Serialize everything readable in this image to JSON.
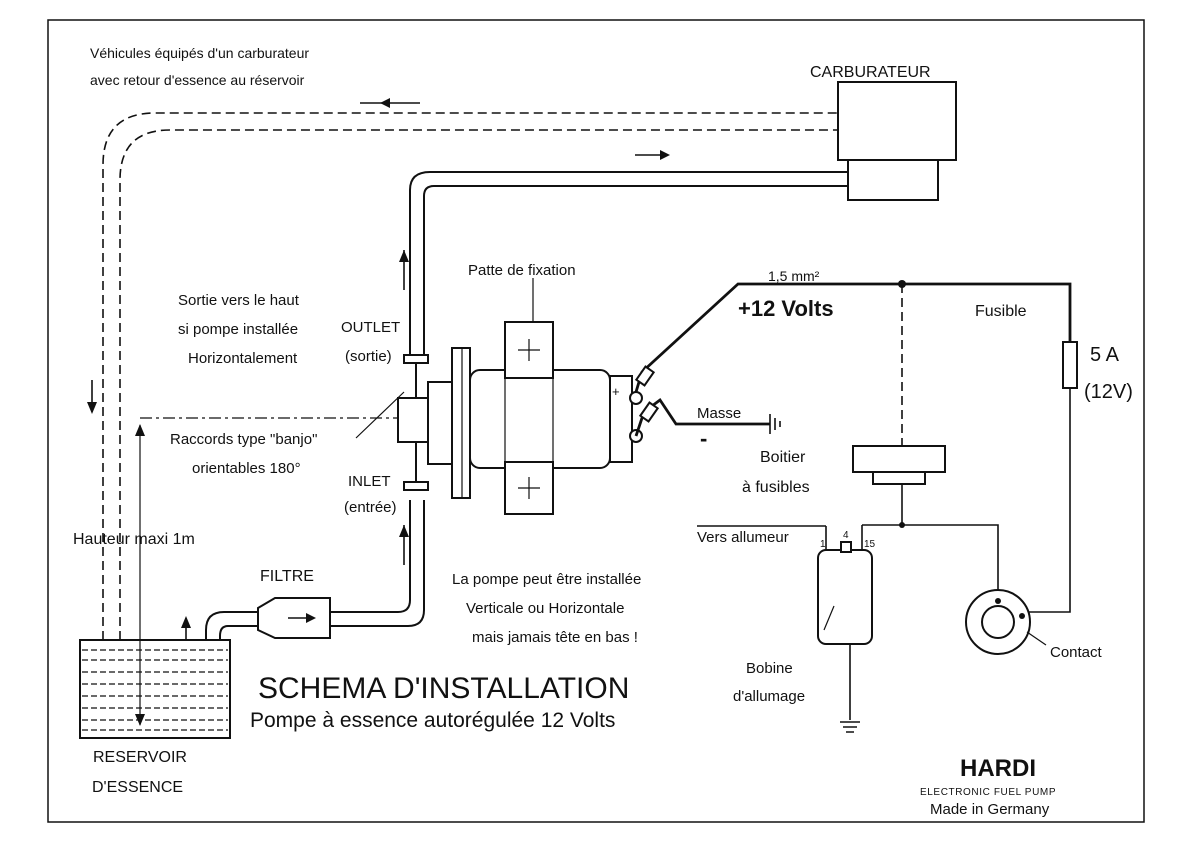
{
  "labels": {
    "return_note_1": "Véhicules équipés d'un carburateur",
    "return_note_2": "avec retour d'essence au réservoir",
    "carburateur": "CARBURATEUR",
    "patte": "Patte de fixation",
    "wire_section": "1,5 mm²",
    "plus12": "+12 Volts",
    "fusible": "Fusible",
    "fuse_rating_a": "5 A",
    "fuse_rating_v": "(12V)",
    "sortie_1": "Sortie vers le haut",
    "sortie_2": "si pompe installée",
    "sortie_3": "Horizontalement",
    "outlet": "OUTLET",
    "outlet_fr": "(sortie)",
    "inlet": "INLET",
    "inlet_fr": "(entrée)",
    "banjo_1": "Raccords type \"banjo\"",
    "banjo_2": "orientables 180°",
    "masse": "Masse",
    "minus": "-",
    "plus_term": "+",
    "boitier_1": "Boitier",
    "boitier_2": "à fusibles",
    "hauteur": "Hauteur maxi 1m",
    "filtre": "FILTRE",
    "vers_allumeur": "Vers allumeur",
    "term_1": "1",
    "term_4": "4",
    "term_15": "15",
    "install_1": "La pompe peut être installée",
    "install_2": "Verticale ou Horizontale",
    "install_3": "mais jamais tête en bas !",
    "bobine_1": "Bobine",
    "bobine_2": "d'allumage",
    "contact": "Contact",
    "reservoir_1": "RESERVOIR",
    "reservoir_2": "D'ESSENCE"
  },
  "title": {
    "main": "SCHEMA D'INSTALLATION",
    "sub": "Pompe à essence autorégulée 12 Volts"
  },
  "brand": {
    "name": "HARDI",
    "tagline": "ELECTRONIC FUEL PUMP",
    "origin": "Made in Germany"
  }
}
